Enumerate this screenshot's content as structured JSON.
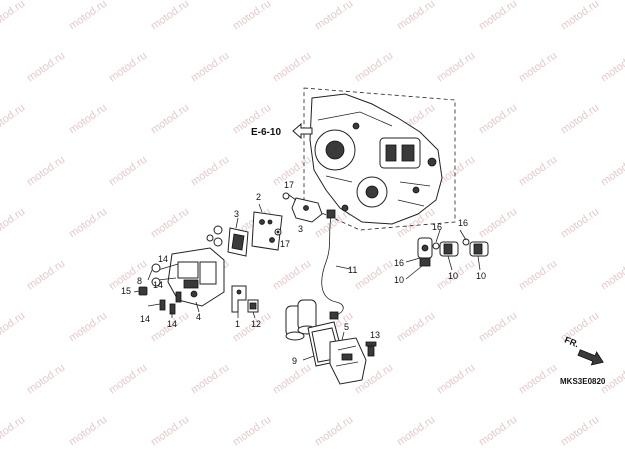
{
  "diagram": {
    "reference": "E-6-10",
    "code": "MKS3E0820",
    "direction_label": "FR.",
    "watermark": "motod.ru",
    "callouts": {
      "c1": "1",
      "c2": "2",
      "c3a": "3",
      "c3b": "3",
      "c4": "4",
      "c5": "5",
      "c8": "8",
      "c9": "9",
      "c10a": "10",
      "c10b": "10",
      "c10c": "10",
      "c11": "11",
      "c12": "12",
      "c13": "13",
      "c14a": "14",
      "c14b": "14",
      "c14c": "14",
      "c14d": "14",
      "c15": "15",
      "c16a": "16",
      "c16b": "16",
      "c16c": "16",
      "c17a": "17",
      "c17b": "17"
    }
  }
}
